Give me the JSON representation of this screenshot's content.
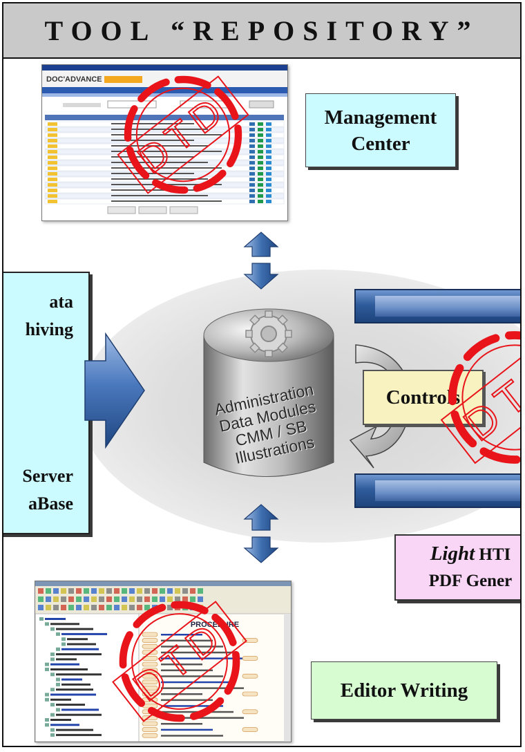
{
  "title": "TOOL “REPOSITORY”",
  "boxes": {
    "management": {
      "line1": "Management",
      "line2": "Center"
    },
    "editor": "Editor Writing",
    "left_top": {
      "line1": "ata",
      "line2": "hiving"
    },
    "left_bottom": {
      "line1": "Server",
      "line2": "aBase"
    },
    "controls": "Controls",
    "output": {
      "italic": "Light",
      "line1_rest": " HTI",
      "line2": "PDF Gener"
    }
  },
  "database": {
    "lines": [
      "Administration",
      "Data Modules",
      "CMM / SB",
      "Illustrations"
    ]
  },
  "stamps": {
    "label": "DTD"
  },
  "screenshots": {
    "management_app": "DOC'ADVANCE",
    "editor_heading": "PROCÉDURE"
  },
  "colors": {
    "title_bg": "#c9c9c9",
    "management_box": "#ccfbff",
    "editor_box": "#d7fcd2",
    "controls_box": "#f7f2bf",
    "output_box": "#f9d6f5",
    "arrow_blue": "#3f6fb0",
    "stamp_red": "#e8141a"
  }
}
